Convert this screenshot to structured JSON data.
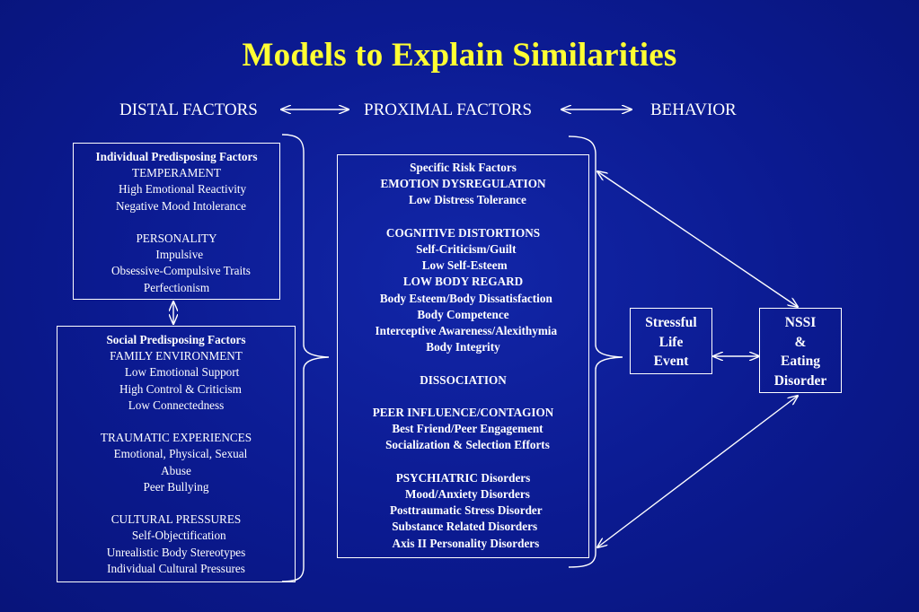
{
  "title": "Models to Explain Similarities",
  "headers": {
    "distal": "DISTAL FACTORS",
    "proximal": "PROXIMAL FACTORS",
    "behavior": "BEHAVIOR"
  },
  "individual_box": {
    "lines": [
      {
        "text": "Individual Predisposing Factors",
        "bold": true
      },
      {
        "text": "TEMPERAMENT"
      },
      {
        "text": "    High Emotional Reactivity"
      },
      {
        "text": "   Negative Mood Intolerance"
      },
      {
        "text": " "
      },
      {
        "text": "PERSONALITY"
      },
      {
        "text": "  Impulsive"
      },
      {
        "text": "   Obsessive-Compulsive Traits"
      },
      {
        "text": "Perfectionism"
      }
    ]
  },
  "social_box": {
    "lines": [
      {
        "text": "Social Predisposing Factors",
        "bold": true
      },
      {
        "text": "FAMILY ENVIRONMENT"
      },
      {
        "text": "    Low Emotional Support"
      },
      {
        "text": "   High Control & Criticism"
      },
      {
        "text": "Low Connectedness"
      },
      {
        "text": " "
      },
      {
        "text": "TRAUMATIC EXPERIENCES"
      },
      {
        "text": "   Emotional, Physical, Sexual"
      },
      {
        "text": "Abuse"
      },
      {
        "text": "Peer Bullying"
      },
      {
        "text": " "
      },
      {
        "text": "CULTURAL PRESSURES"
      },
      {
        "text": "  Self-Objectification"
      },
      {
        "text": "Unrealistic Body Stereotypes"
      },
      {
        "text": "Individual Cultural Pressures"
      }
    ]
  },
  "proximal_box": {
    "lines": [
      {
        "text": "Specific Risk Factors"
      },
      {
        "text": "EMOTION DYSREGULATION"
      },
      {
        "text": "   Low Distress Tolerance"
      },
      {
        "text": " "
      },
      {
        "text": "COGNITIVE DISTORTIONS"
      },
      {
        "text": "  Self-Criticism/Guilt"
      },
      {
        "text": " Low Self-Esteem"
      },
      {
        "text": "LOW BODY REGARD"
      },
      {
        "text": "  Body Esteem/Body Dissatisfaction"
      },
      {
        "text": "Body Competence"
      },
      {
        "text": "  Interceptive Awareness/Alexithymia"
      },
      {
        "text": "Body Integrity"
      },
      {
        "text": " "
      },
      {
        "text": "DISSOCIATION"
      },
      {
        "text": " "
      },
      {
        "text": "PEER INFLUENCE/CONTAGION"
      },
      {
        "text": "   Best Friend/Peer Engagement"
      },
      {
        "text": "   Socialization & Selection Efforts"
      },
      {
        "text": " "
      },
      {
        "text": "PSYCHIATRIC Disorders"
      },
      {
        "text": "   Mood/Anxiety Disorders"
      },
      {
        "text": "  Posttraumatic Stress Disorder"
      },
      {
        "text": " Substance Related Disorders"
      },
      {
        "text": "  Axis II Personality Disorders"
      }
    ]
  },
  "stressful_box": {
    "lines": [
      "Stressful",
      "Life",
      "Event"
    ]
  },
  "nssi_box": {
    "lines": [
      "NSSI",
      "&",
      "Eating",
      "Disorder"
    ]
  },
  "colors": {
    "background": "#0b1a90",
    "title": "#ffff33",
    "foreground": "#ffffff"
  }
}
